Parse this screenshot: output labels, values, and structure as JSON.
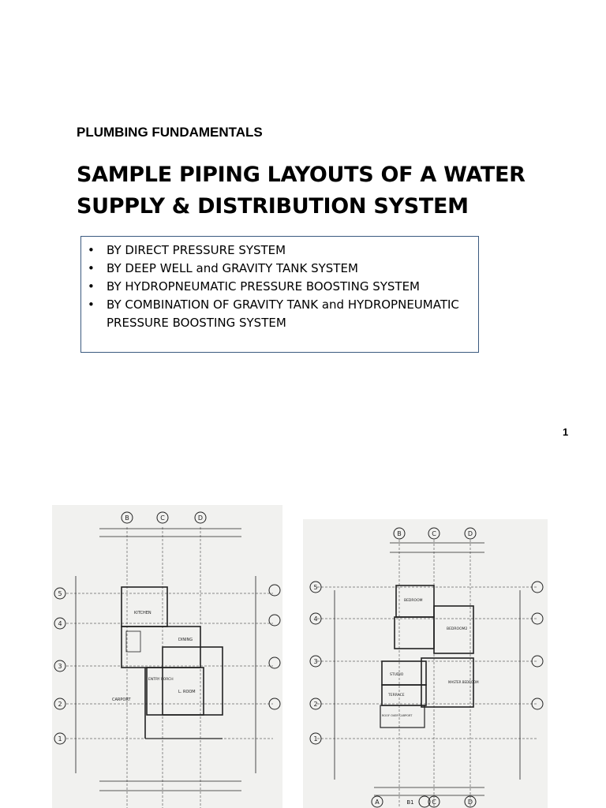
{
  "slide": {
    "subtitle": "PLUMBING FUNDAMENTALS",
    "title": "SAMPLE PIPING LAYOUTS OF A WATER SUPPLY & DISTRIBUTION SYSTEM",
    "bullets": [
      "BY DIRECT PRESSURE SYSTEM",
      "BY DEEP WELL and GRAVITY TANK SYSTEM",
      "BY HYDROPNEUMATIC PRESSURE BOOSTING SYSTEM",
      "BY COMBINATION OF GRAVITY TANK and HYDROPNEUMATIC PRESSURE BOOSTING SYSTEM"
    ],
    "page_number": "1"
  },
  "ground_floor_plan": {
    "col_labels": [
      "B",
      "C",
      "D"
    ],
    "row_labels": [
      "5",
      "4",
      "3",
      "2",
      "1"
    ],
    "rooms": [
      "KITCHEN",
      "DINING",
      "ENTRY PORCH",
      "L. ROOM",
      "CARPORT"
    ]
  },
  "upper_floor_plan": {
    "col_labels_top": [
      "B",
      "C",
      "D"
    ],
    "col_labels_bottom": [
      "A",
      "B1",
      "C",
      "D"
    ],
    "row_labels": [
      "5",
      "4",
      "3",
      "2",
      "1"
    ],
    "rooms": [
      "BEDROOM",
      "BEDROOM2",
      "STUDIO",
      "MASTER BEDROOM",
      "TERRACE",
      "ROOF OVER CARPORT"
    ]
  }
}
